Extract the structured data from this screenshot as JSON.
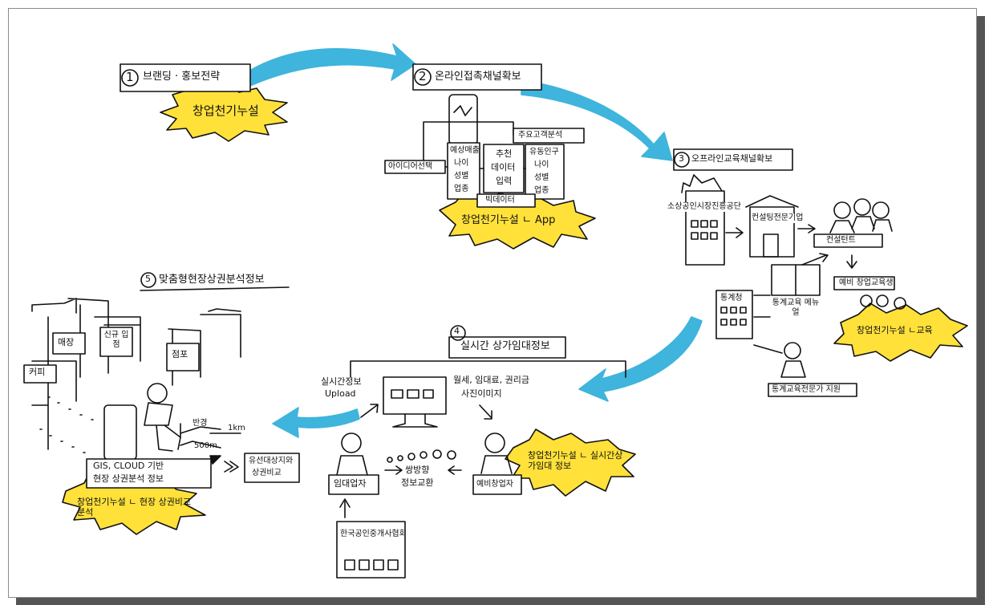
{
  "colors": {
    "arrow": "#3fb4dc",
    "burst": "#ffe13a",
    "ink": "#111111",
    "shadow": "#555555"
  },
  "steps": [
    {
      "number": "1",
      "title": "브랜딩 · 홍보전략",
      "burst": "창업천기누설"
    },
    {
      "number": "2",
      "title": "온라인접촉채널확보",
      "burst": "창업천기누설 ㄴ App"
    },
    {
      "number": "3",
      "title": "오프라인교육채널확보",
      "burst": "창업천기누설 ㄴ교육"
    },
    {
      "number": "4",
      "title": "실시간 상가임대정보",
      "burst": "창업천기누설 ㄴ 실시간상가임대 정보"
    },
    {
      "number": "5",
      "title": "맞춤형현장상권분석정보",
      "burst": "창업천기누설 ㄴ 현장 상권비교분석"
    }
  ],
  "step2": {
    "idea": "아이디어선택",
    "left_list": [
      "예상매출",
      "나이",
      "성별",
      "업종"
    ],
    "inputs": [
      "추천",
      "데이터",
      "입력"
    ],
    "right_header": "주요고객분석",
    "right_list": [
      "유동인구",
      "나이",
      "성별",
      "업종"
    ],
    "big_data": "빅데이터"
  },
  "step3": {
    "org1": "소상공인시장진흥공단",
    "org2": "컨설팅전문기업",
    "consultant": "컨설턴트",
    "course": "예비 창업교육생",
    "school": "통계청",
    "edu": "통계교육 메뉴얼",
    "expert": "통계교육전문가 지원"
  },
  "step4": {
    "upload": [
      "실시간정보",
      "Upload"
    ],
    "info": [
      "월세, 임대료, 권리금",
      "사진이미지"
    ],
    "landlord": "임대업자",
    "exchange": [
      "쌍방향",
      "정보교환"
    ],
    "founder": "예비창업자",
    "association": "한국공인중개사협회"
  },
  "step5": {
    "shops": [
      "매장",
      "신규 입점",
      "점포",
      "커피"
    ],
    "radius": "반경",
    "dist1": "1km",
    "dist2": "500m",
    "gis": "GIS, CLOUD 기반",
    "gis2": "현장 상권분석 정보",
    "compare": [
      "유선대상지와",
      "상권비교"
    ]
  }
}
